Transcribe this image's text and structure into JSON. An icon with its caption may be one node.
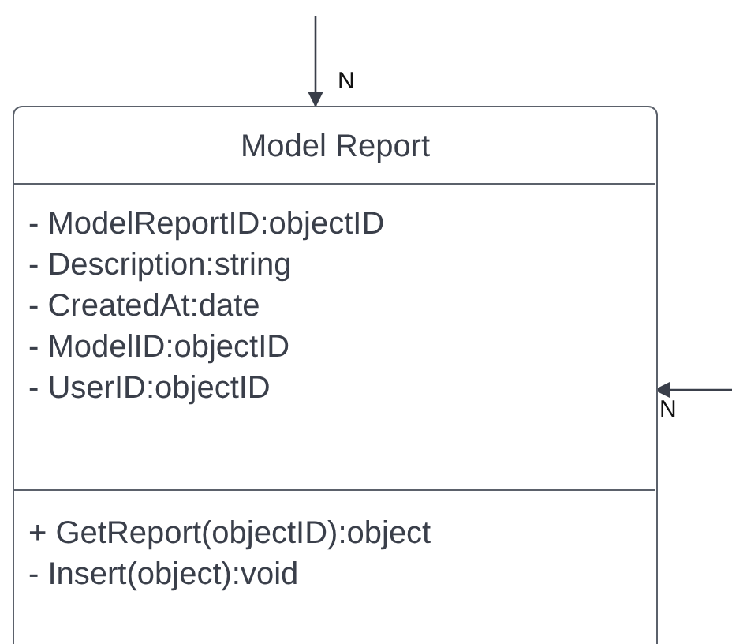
{
  "diagram": {
    "nodes": [
      {
        "text": [
          "Model Report"
        ]
      },
      {
        "text": [
          "- ModelReportID:objectID",
          "- Description:string",
          "- CreatedAt:date",
          "- ModelID:objectID",
          "- UserID:objectID"
        ],
        "in": 0
      },
      {
        "text": [
          "+ GetReport(objectID):object",
          "- Insert(object):void"
        ],
        "in": 0
      }
    ],
    "edges": [
      {
        "from": null,
        "to": 0,
        "arrow": "to",
        "label": "N"
      },
      {
        "from": null,
        "to": 1,
        "arrow": "to",
        "label": "N"
      }
    ]
  }
}
